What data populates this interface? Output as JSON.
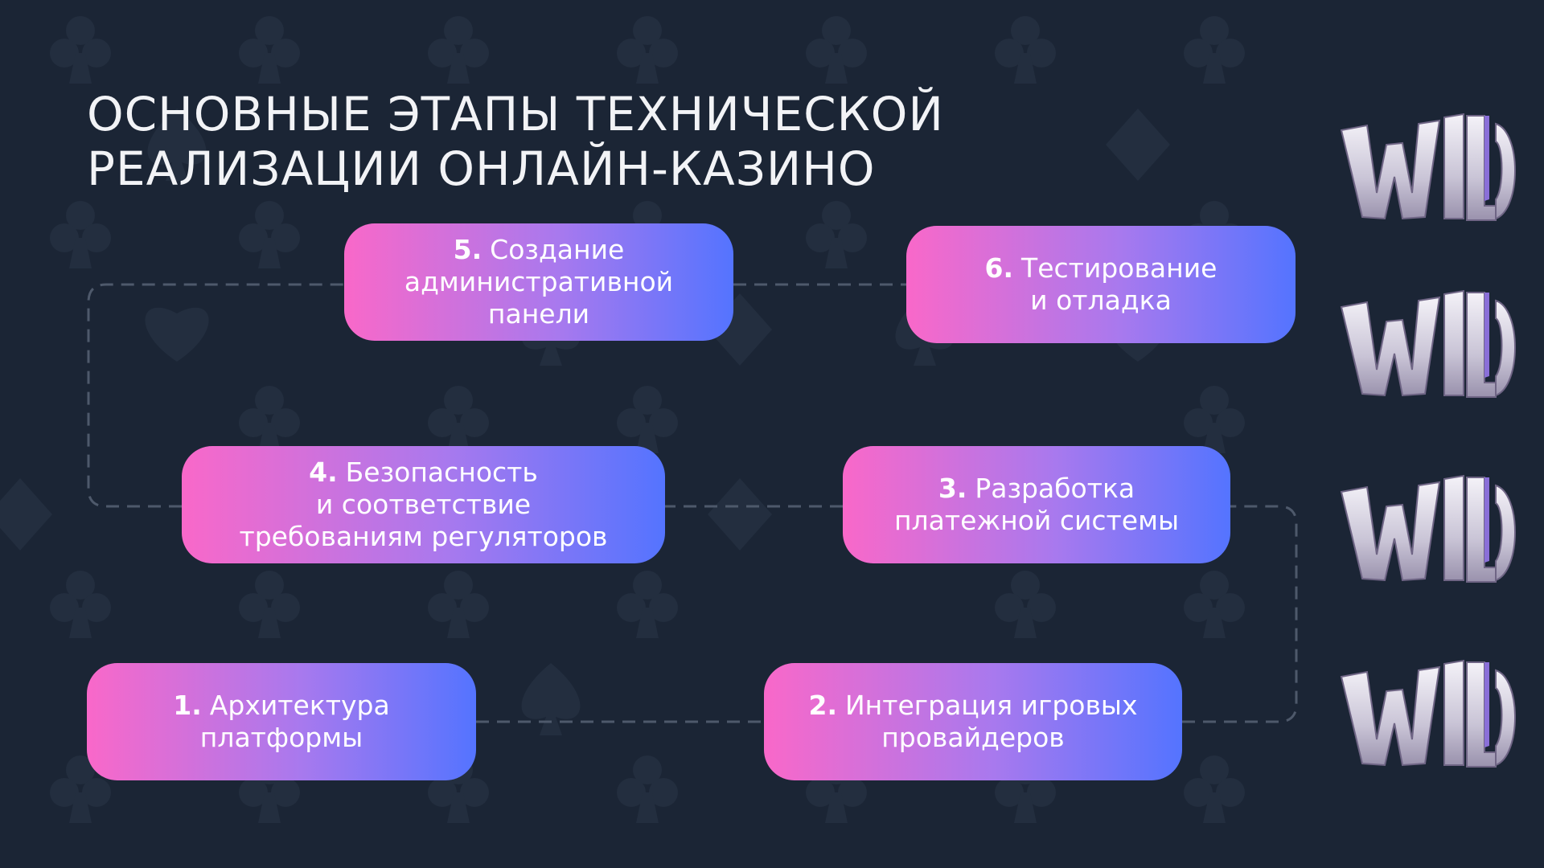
{
  "title": {
    "line1": "ОСНОВНЫЕ ЭТАПЫ ТЕХНИЧЕСКОЙ",
    "line2": "РЕАЛИЗАЦИИ ОНЛАЙН-КАЗИНО"
  },
  "steps": [
    {
      "num": "1.",
      "lines": [
        "Архитектура",
        "платформы"
      ]
    },
    {
      "num": "2.",
      "lines": [
        "Интеграция игровых",
        "провайдеров"
      ]
    },
    {
      "num": "3.",
      "lines": [
        "Разработка",
        "платежной системы"
      ]
    },
    {
      "num": "4.",
      "lines": [
        "Безопасность",
        "и соответствие",
        "требованиям регуляторов"
      ]
    },
    {
      "num": "5.",
      "lines": [
        "Создание",
        "административной",
        "панели"
      ]
    },
    {
      "num": "6.",
      "lines": [
        "Тестирование",
        "и отладка"
      ]
    }
  ],
  "logos": [
    "WILD",
    "WILD",
    "WILD",
    "WILD"
  ],
  "colors": {
    "background": "#1b2535",
    "gradient_start": "#f968c9",
    "gradient_end": "#5474ff",
    "connector": "#4e596b"
  }
}
